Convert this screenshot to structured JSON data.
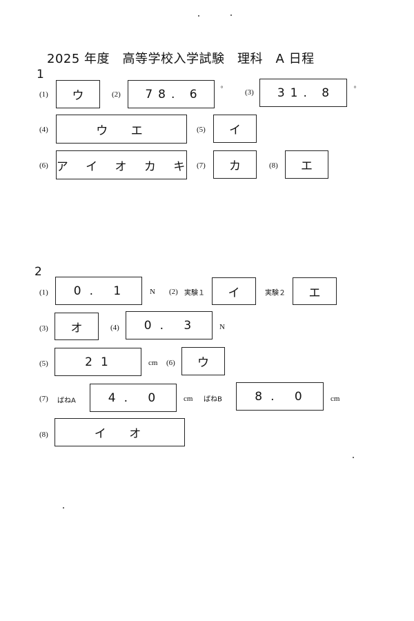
{
  "title": "2025 年度　高等学校入学試験　理科　A 日程",
  "section1": {
    "heading": "1",
    "items": [
      {
        "label": "(1)",
        "answer": "ウ"
      },
      {
        "label": "(2)",
        "answer": "78. 6",
        "unit": "°"
      },
      {
        "label": "(3)",
        "answer": "31. 8",
        "unit": "°"
      },
      {
        "label": "(4)",
        "answer": "ウ エ"
      },
      {
        "label": "(5)",
        "answer": "イ"
      },
      {
        "label": "(6)",
        "answer": "ア イ オ カ キ"
      },
      {
        "label": "(7)",
        "answer": "カ"
      },
      {
        "label": "(8)",
        "answer": "エ"
      }
    ]
  },
  "section2": {
    "heading": "2",
    "items": [
      {
        "label": "(1)",
        "answer": "0. 1",
        "unit": "N"
      },
      {
        "label": "(2)",
        "prefix_a": "実験１",
        "answer_a": "イ",
        "prefix_b": "実験２",
        "answer_b": "エ"
      },
      {
        "label": "(3)",
        "answer": "オ"
      },
      {
        "label": "(4)",
        "answer": "0. 3",
        "unit": "N"
      },
      {
        "label": "(5)",
        "answer": "21",
        "unit": "cm"
      },
      {
        "label": "(6)",
        "answer": "ウ"
      },
      {
        "label": "(7)",
        "prefix_a": "ばねA",
        "answer_a": "4. 0",
        "unit_a": "cm",
        "prefix_b": "ばねB",
        "answer_b": "8. 0",
        "unit_b": "cm"
      },
      {
        "label": "(8)",
        "answer": "イ オ"
      }
    ]
  }
}
